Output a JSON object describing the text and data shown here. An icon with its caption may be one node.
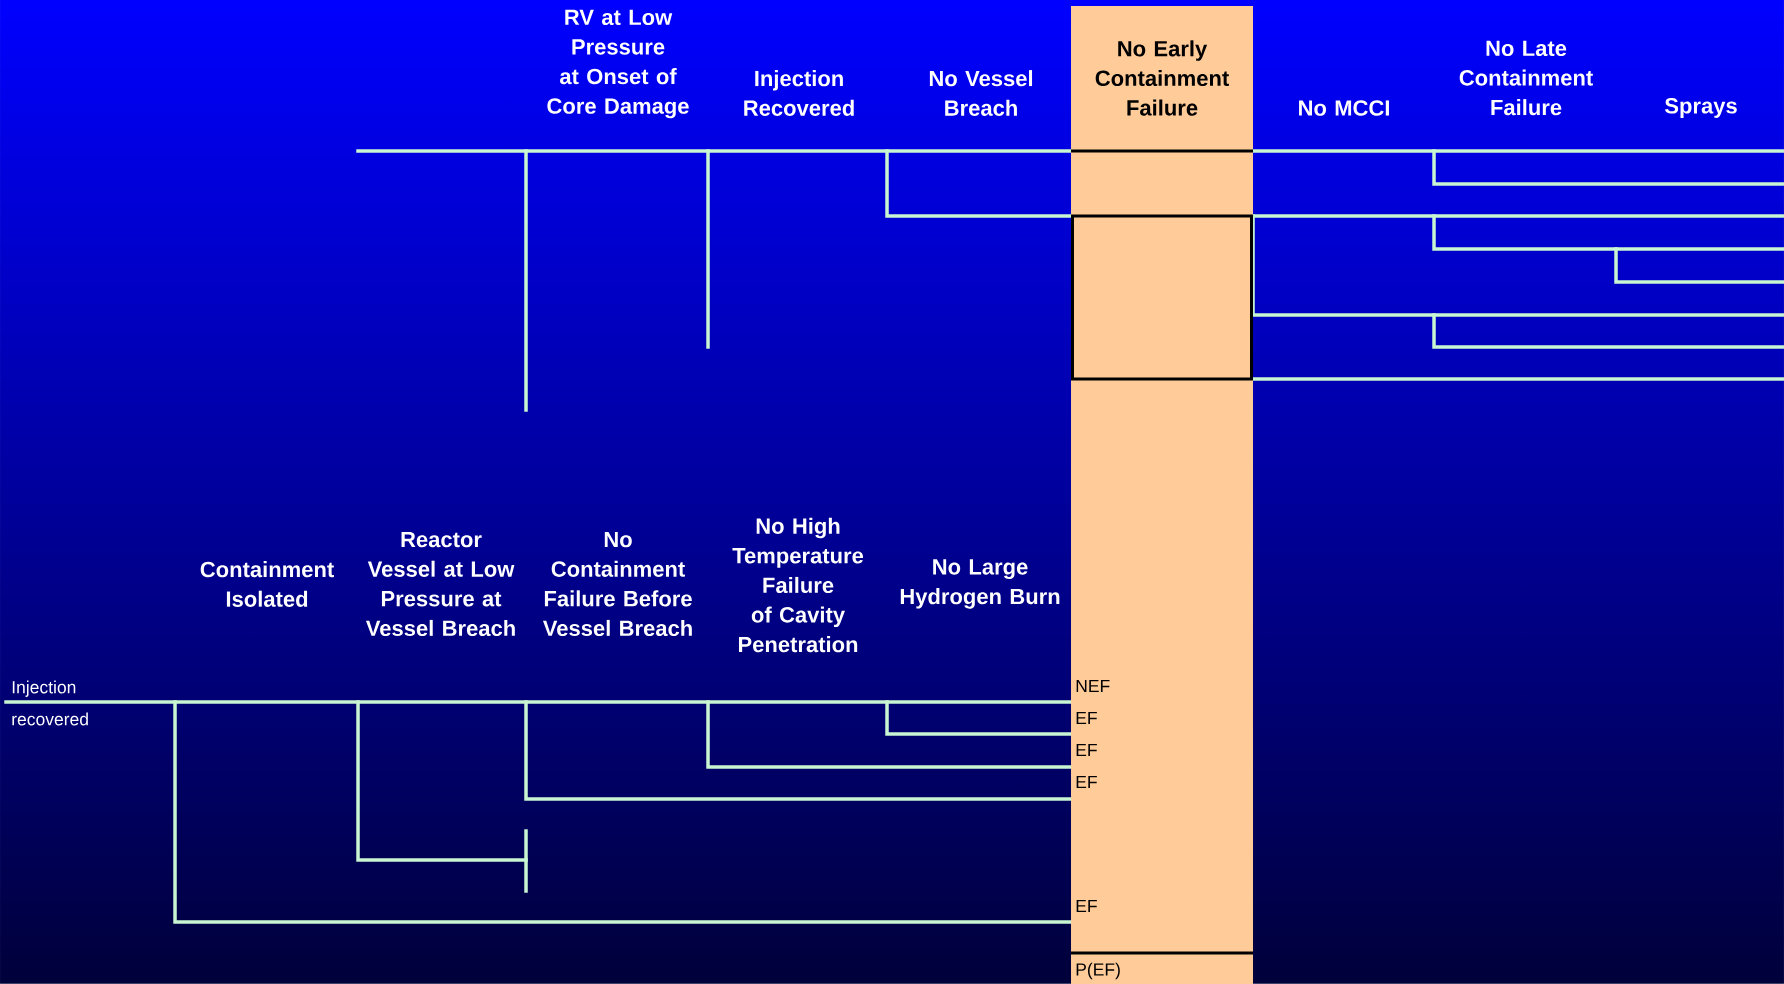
{
  "diagram": {
    "nodes": [
      {
        "text": [
          "No Early Containment Failure",
          "NEF",
          "EF",
          "EF",
          "EF",
          "EF",
          "P(EF)"
        ]
      }
    ],
    "labels": [
      "RV at Low Pressure at Onset of Core Damage",
      "Injection Recovered",
      "No Vessel Breach",
      "No MCCI",
      "No Late Containment Failure",
      "Sprays",
      "Containment Isolated",
      "Reactor Vessel at Low Pressure at Vessel Breach",
      "No Containment Failure Before Vessel Breach",
      "No High Temperature Failure of Cavity Penetration",
      "No Large Hydrogen Burn",
      "Injection recovered"
    ]
  }
}
